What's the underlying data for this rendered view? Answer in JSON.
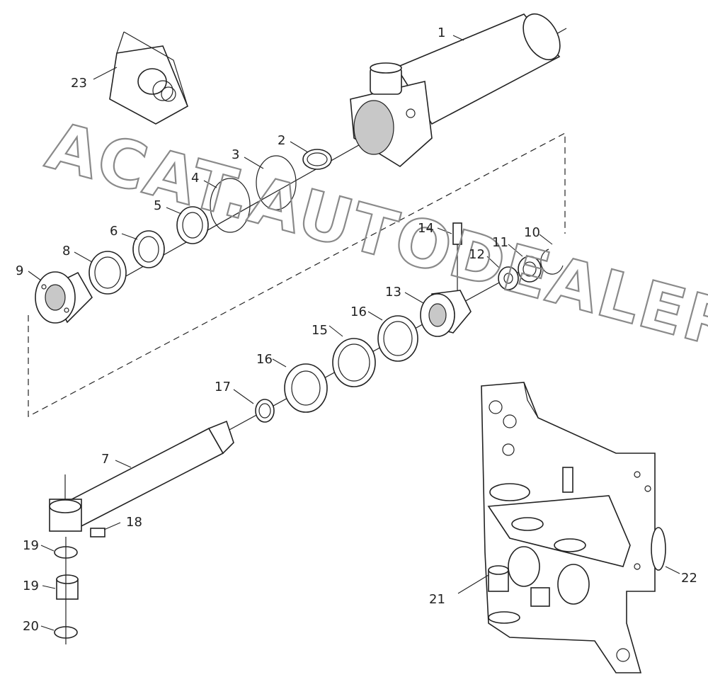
{
  "diagram": {
    "watermark": "ACAT.AUTODEALER.RU",
    "callouts": [
      {
        "id": "c1",
        "text": "1"
      },
      {
        "id": "c2",
        "text": "2"
      },
      {
        "id": "c3",
        "text": "3"
      },
      {
        "id": "c4",
        "text": "4"
      },
      {
        "id": "c5",
        "text": "5"
      },
      {
        "id": "c6",
        "text": "6"
      },
      {
        "id": "c7",
        "text": "7"
      },
      {
        "id": "c8",
        "text": "8"
      },
      {
        "id": "c9",
        "text": "9"
      },
      {
        "id": "c10",
        "text": "10"
      },
      {
        "id": "c11",
        "text": "11"
      },
      {
        "id": "c12",
        "text": "12"
      },
      {
        "id": "c13",
        "text": "13"
      },
      {
        "id": "c14",
        "text": "14"
      },
      {
        "id": "c15",
        "text": "15"
      },
      {
        "id": "c16a",
        "text": "16"
      },
      {
        "id": "c16b",
        "text": "16"
      },
      {
        "id": "c17",
        "text": "17"
      },
      {
        "id": "c18",
        "text": "18"
      },
      {
        "id": "c19a",
        "text": "19"
      },
      {
        "id": "c19b",
        "text": "19"
      },
      {
        "id": "c20",
        "text": "20"
      },
      {
        "id": "c21",
        "text": "21"
      },
      {
        "id": "c22",
        "text": "22"
      },
      {
        "id": "c23",
        "text": "23"
      }
    ]
  }
}
